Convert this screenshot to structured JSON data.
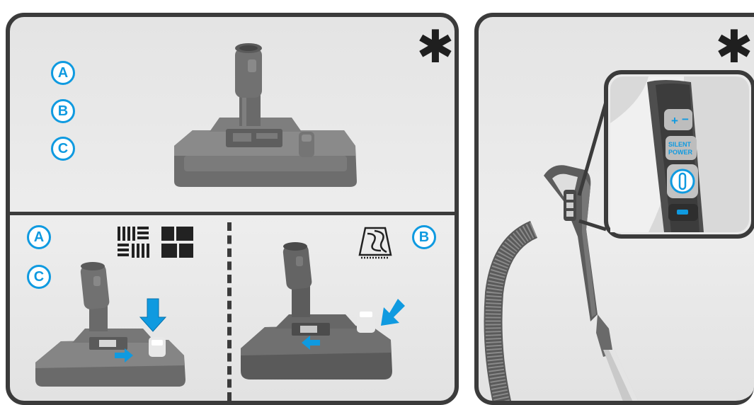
{
  "top_section": {
    "labels": [
      "A",
      "B",
      "C"
    ],
    "marker": "✱"
  },
  "bottom_left": {
    "labels": [
      "A",
      "C"
    ]
  },
  "bottom_right": {
    "labels": [
      "B"
    ]
  },
  "handle_panel": {
    "marker": "✱",
    "buttons": {
      "plus": "+",
      "minus": "−",
      "silent_line1": "SILENT",
      "silent_line2": "POWER"
    }
  },
  "colors": {
    "accent": "#0f9ae0",
    "frame": "#3b3b3b",
    "nozzle": "#6e6e6e"
  }
}
